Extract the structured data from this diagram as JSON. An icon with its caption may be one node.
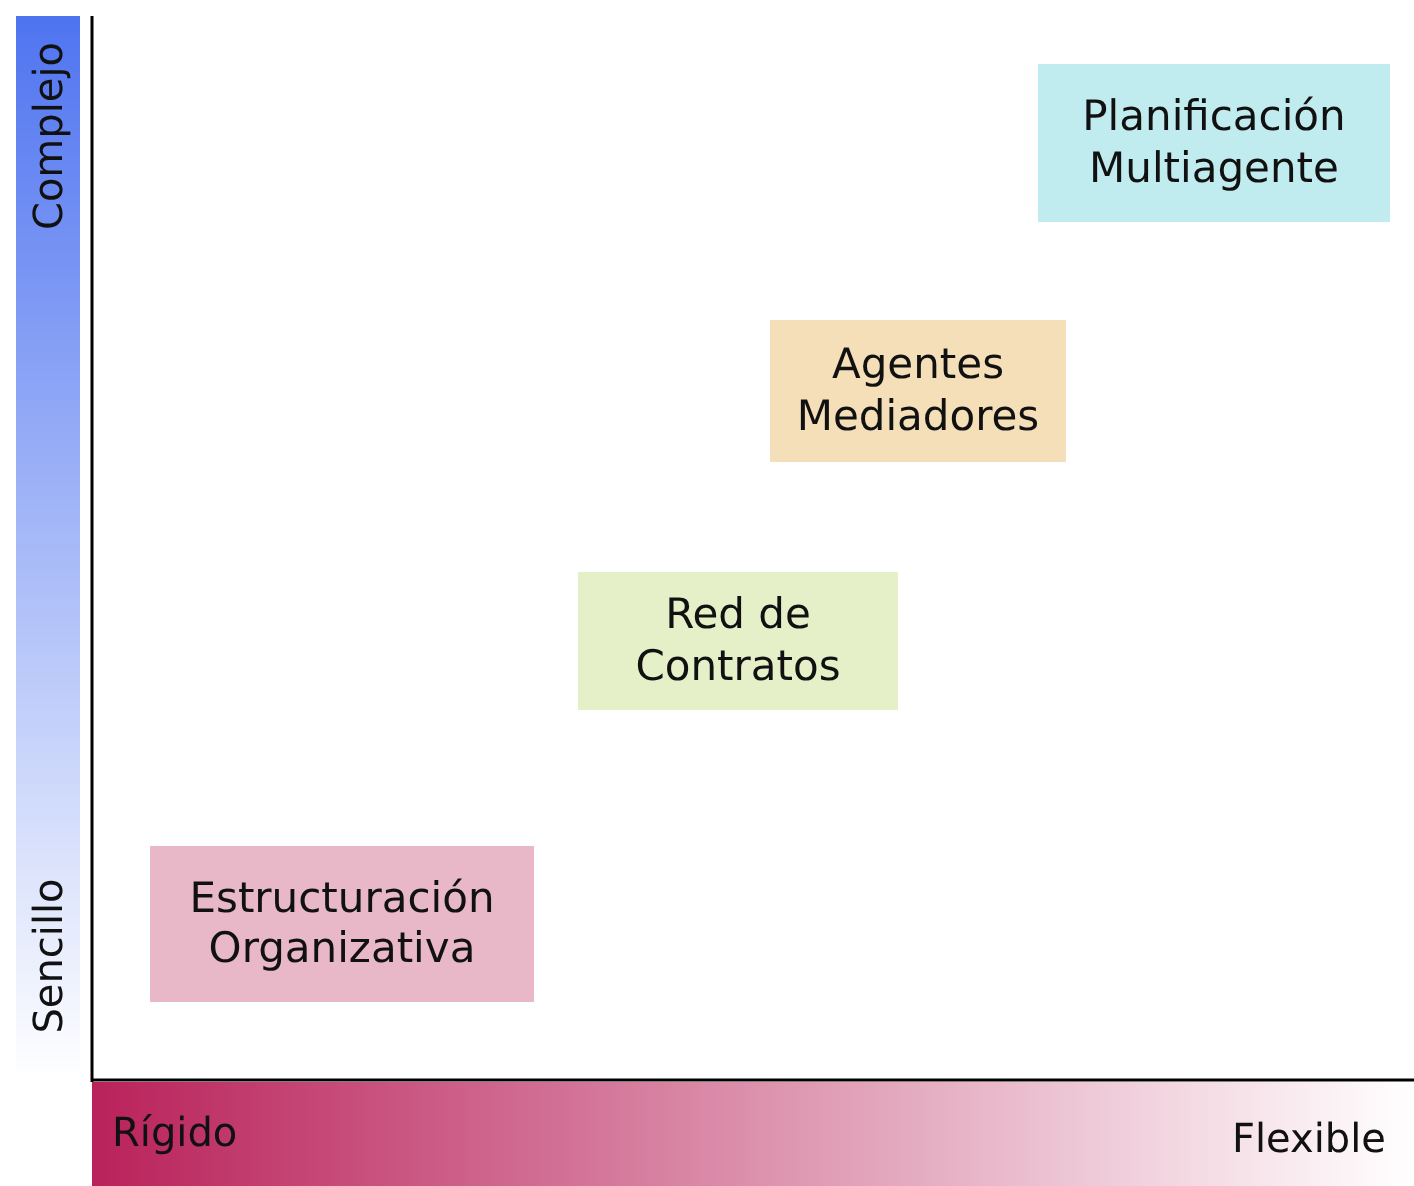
{
  "diagram": {
    "nodes": [
      {
        "text": [
          "Planificación Multiagente"
        ]
      },
      {
        "text": [
          "Agentes Mediadores"
        ]
      },
      {
        "text": [
          "Red de Contratos"
        ]
      },
      {
        "text": [
          "Estructuración Organizativa"
        ]
      }
    ],
    "labels": [
      "Complejo",
      "Sencillo",
      "Rígido",
      "Flexible"
    ]
  }
}
